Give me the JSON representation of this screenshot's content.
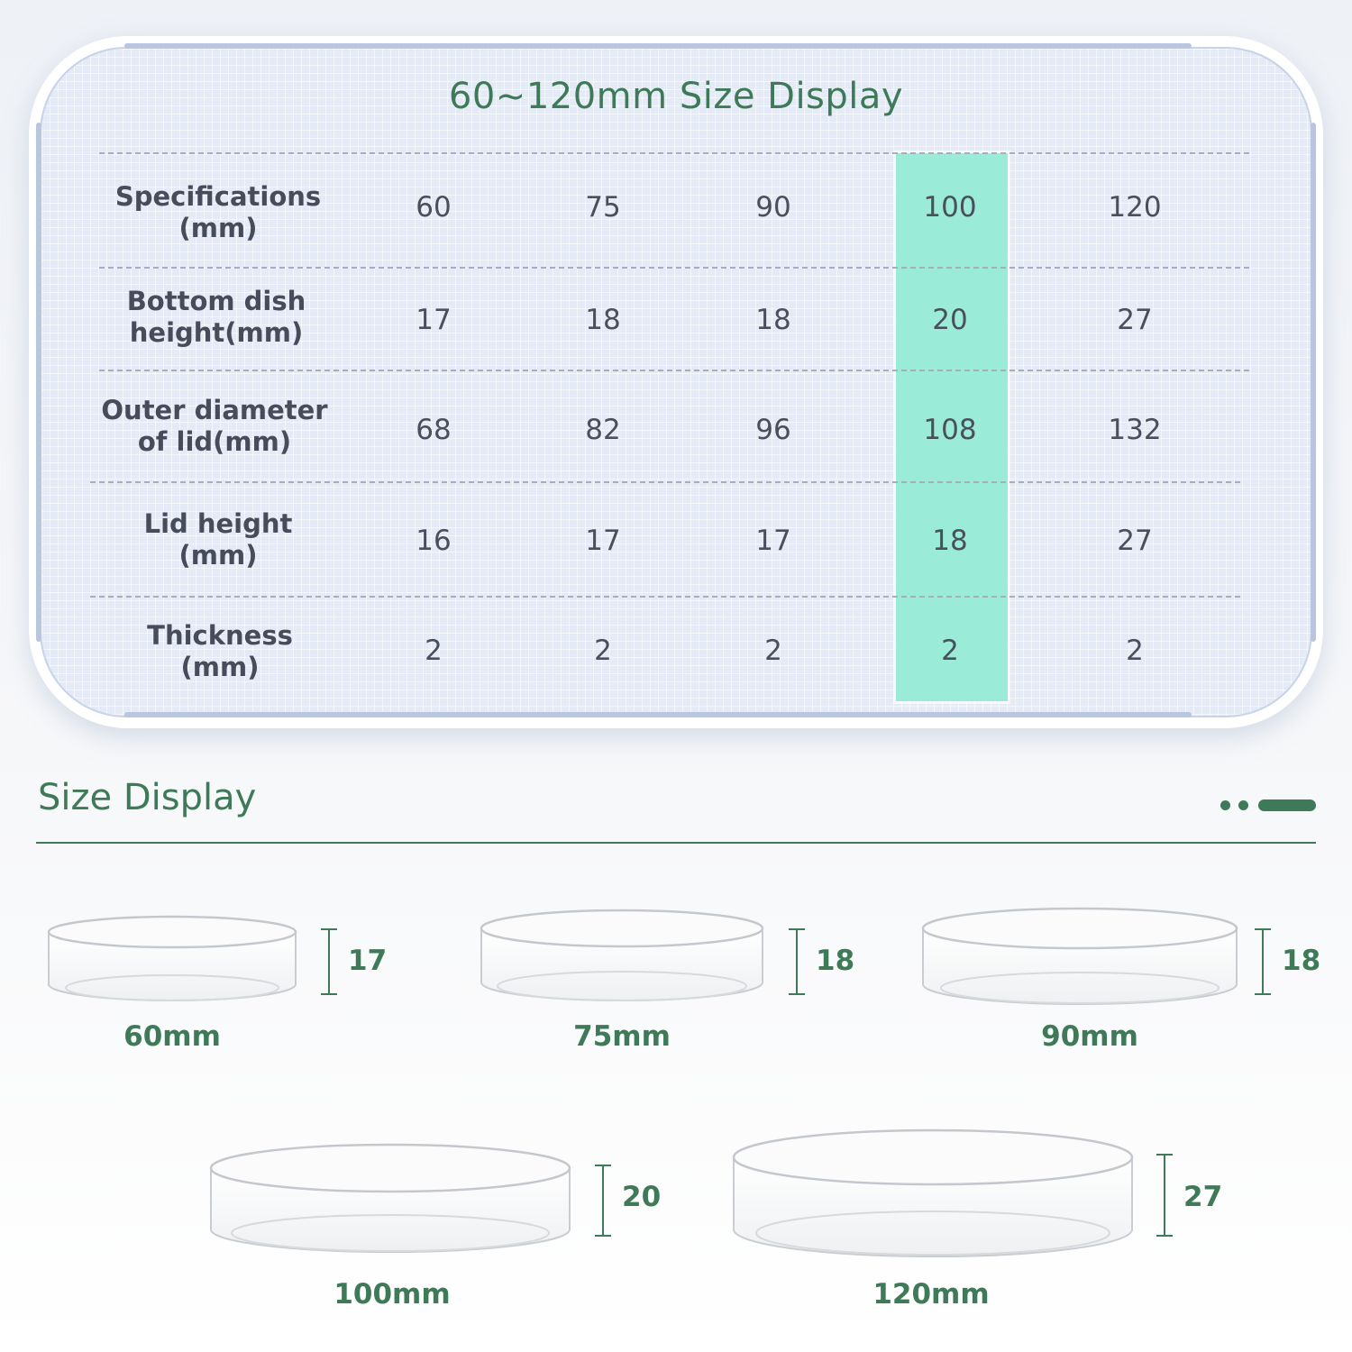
{
  "spec_table": {
    "title": "60~120mm Size Display",
    "highlight_color": "#9aebd7",
    "accent_color": "#3f7a58",
    "rows": [
      {
        "label_line1": "Specifications",
        "label_line2": "(mm)",
        "values": [
          "60",
          "75",
          "90",
          "100",
          "120"
        ]
      },
      {
        "label_line1": "Bottom dish",
        "label_line2": "height(mm)",
        "values": [
          "17",
          "18",
          "18",
          "20",
          "27"
        ]
      },
      {
        "label_line1": "Outer diameter",
        "label_line2": "of lid(mm)",
        "values": [
          "68",
          "82",
          "96",
          "108",
          "132"
        ]
      },
      {
        "label_line1": "Lid height",
        "label_line2": "(mm)",
        "values": [
          "16",
          "17",
          "17",
          "18",
          "27"
        ]
      },
      {
        "label_line1": "Thickness",
        "label_line2": "(mm)",
        "values": [
          "2",
          "2",
          "2",
          "2",
          "2"
        ]
      }
    ]
  },
  "size_display": {
    "heading": "Size Display",
    "dishes": [
      {
        "label": "60mm",
        "height": "17"
      },
      {
        "label": "75mm",
        "height": "18"
      },
      {
        "label": "90mm",
        "height": "18"
      },
      {
        "label": "100mm",
        "height": "20"
      },
      {
        "label": "120mm",
        "height": "27"
      }
    ]
  }
}
